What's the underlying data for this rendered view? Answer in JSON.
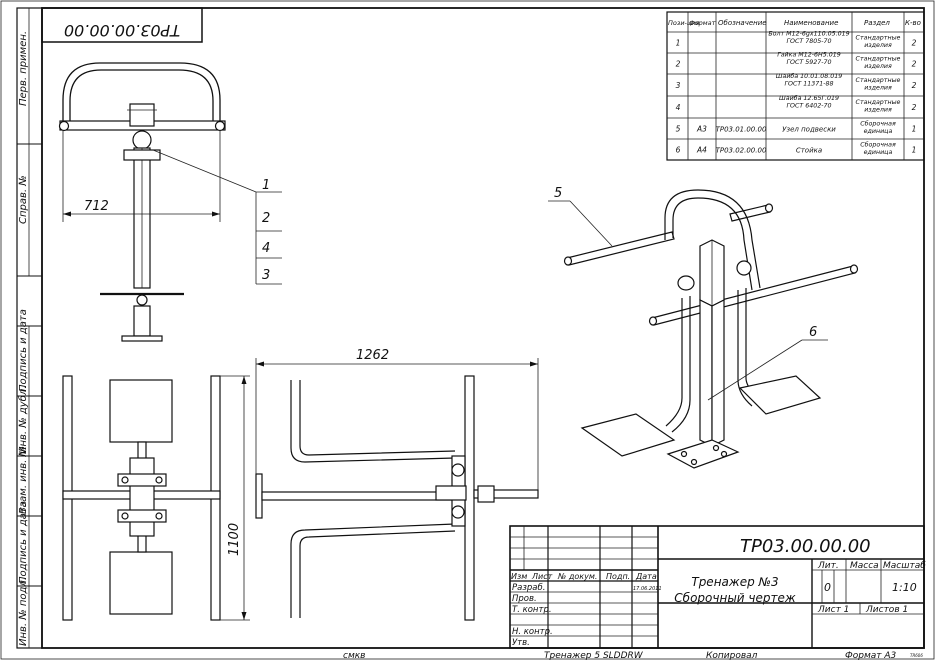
{
  "designation_rotated": "ТР03.00.00.00",
  "side_fields": [
    "Перв. примен.",
    "Справ. №",
    "Подпись и дата",
    "Инв. № дубл.",
    "Взам. инв. №",
    "Подпись и дата",
    "Инв. № подл."
  ],
  "spec_table": {
    "headers": [
      "Пози-ция",
      "Формат",
      "Обозначение",
      "Наименование",
      "Раздел",
      "К-во"
    ],
    "rows": [
      {
        "pos": "1",
        "format": "",
        "designation": "",
        "name": "Болт М12-6gх110.05.019 ГОСТ 7805-70",
        "section": "Стандартные изделия",
        "qty": "2"
      },
      {
        "pos": "2",
        "format": "",
        "designation": "",
        "name": "Гайка М12-6Н5.019 ГОСТ 5927-70",
        "section": "Стандартные изделия",
        "qty": "2"
      },
      {
        "pos": "3",
        "format": "",
        "designation": "",
        "name": "Шайба 10.01.08.019 ГОСТ 11371-88",
        "section": "Стандартные изделия",
        "qty": "2"
      },
      {
        "pos": "4",
        "format": "",
        "designation": "",
        "name": "Шайба 12.65Г.019 ГОСТ 6402-70",
        "section": "Стандартные изделия",
        "qty": "2"
      },
      {
        "pos": "5",
        "format": "А3",
        "designation": "ТР03.01.00.00",
        "name": "Узел подвески",
        "section": "Сборочная единица",
        "qty": "1"
      },
      {
        "pos": "6",
        "format": "А4",
        "designation": "ТР03.02.00.00",
        "name": "Стойка",
        "section": "Сборочная единица",
        "qty": "1"
      }
    ]
  },
  "callouts": [
    "1",
    "2",
    "4",
    "3",
    "5",
    "6"
  ],
  "dimensions": {
    "width_front": "712",
    "length_side": "1262",
    "depth_top": "1100"
  },
  "title_block": {
    "designation": "ТР03.00.00.00",
    "title_line1": "Тренажер №3",
    "title_line2": "Сборочный чертеж",
    "col_headers": [
      "Изм",
      "Лист",
      "№ докум.",
      "Подп.",
      "Дата"
    ],
    "roles": [
      "Разраб.",
      "Пров.",
      "Т. контр.",
      "",
      "Н. контр.",
      "Утв."
    ],
    "date": "17.06.2011",
    "lit_label": "Лит.",
    "mass_label": "Масса",
    "scale_label": "Масштаб",
    "lit_value": "0",
    "scale_value": "1:10",
    "sheet": "Лист 1",
    "sheets": "Листов 1"
  },
  "footer": {
    "left": "смкв",
    "made_in": "Тренажер 5 SLDDRW",
    "copied": "Копировал",
    "format": "Формат А3",
    "corner": "ТR606"
  }
}
